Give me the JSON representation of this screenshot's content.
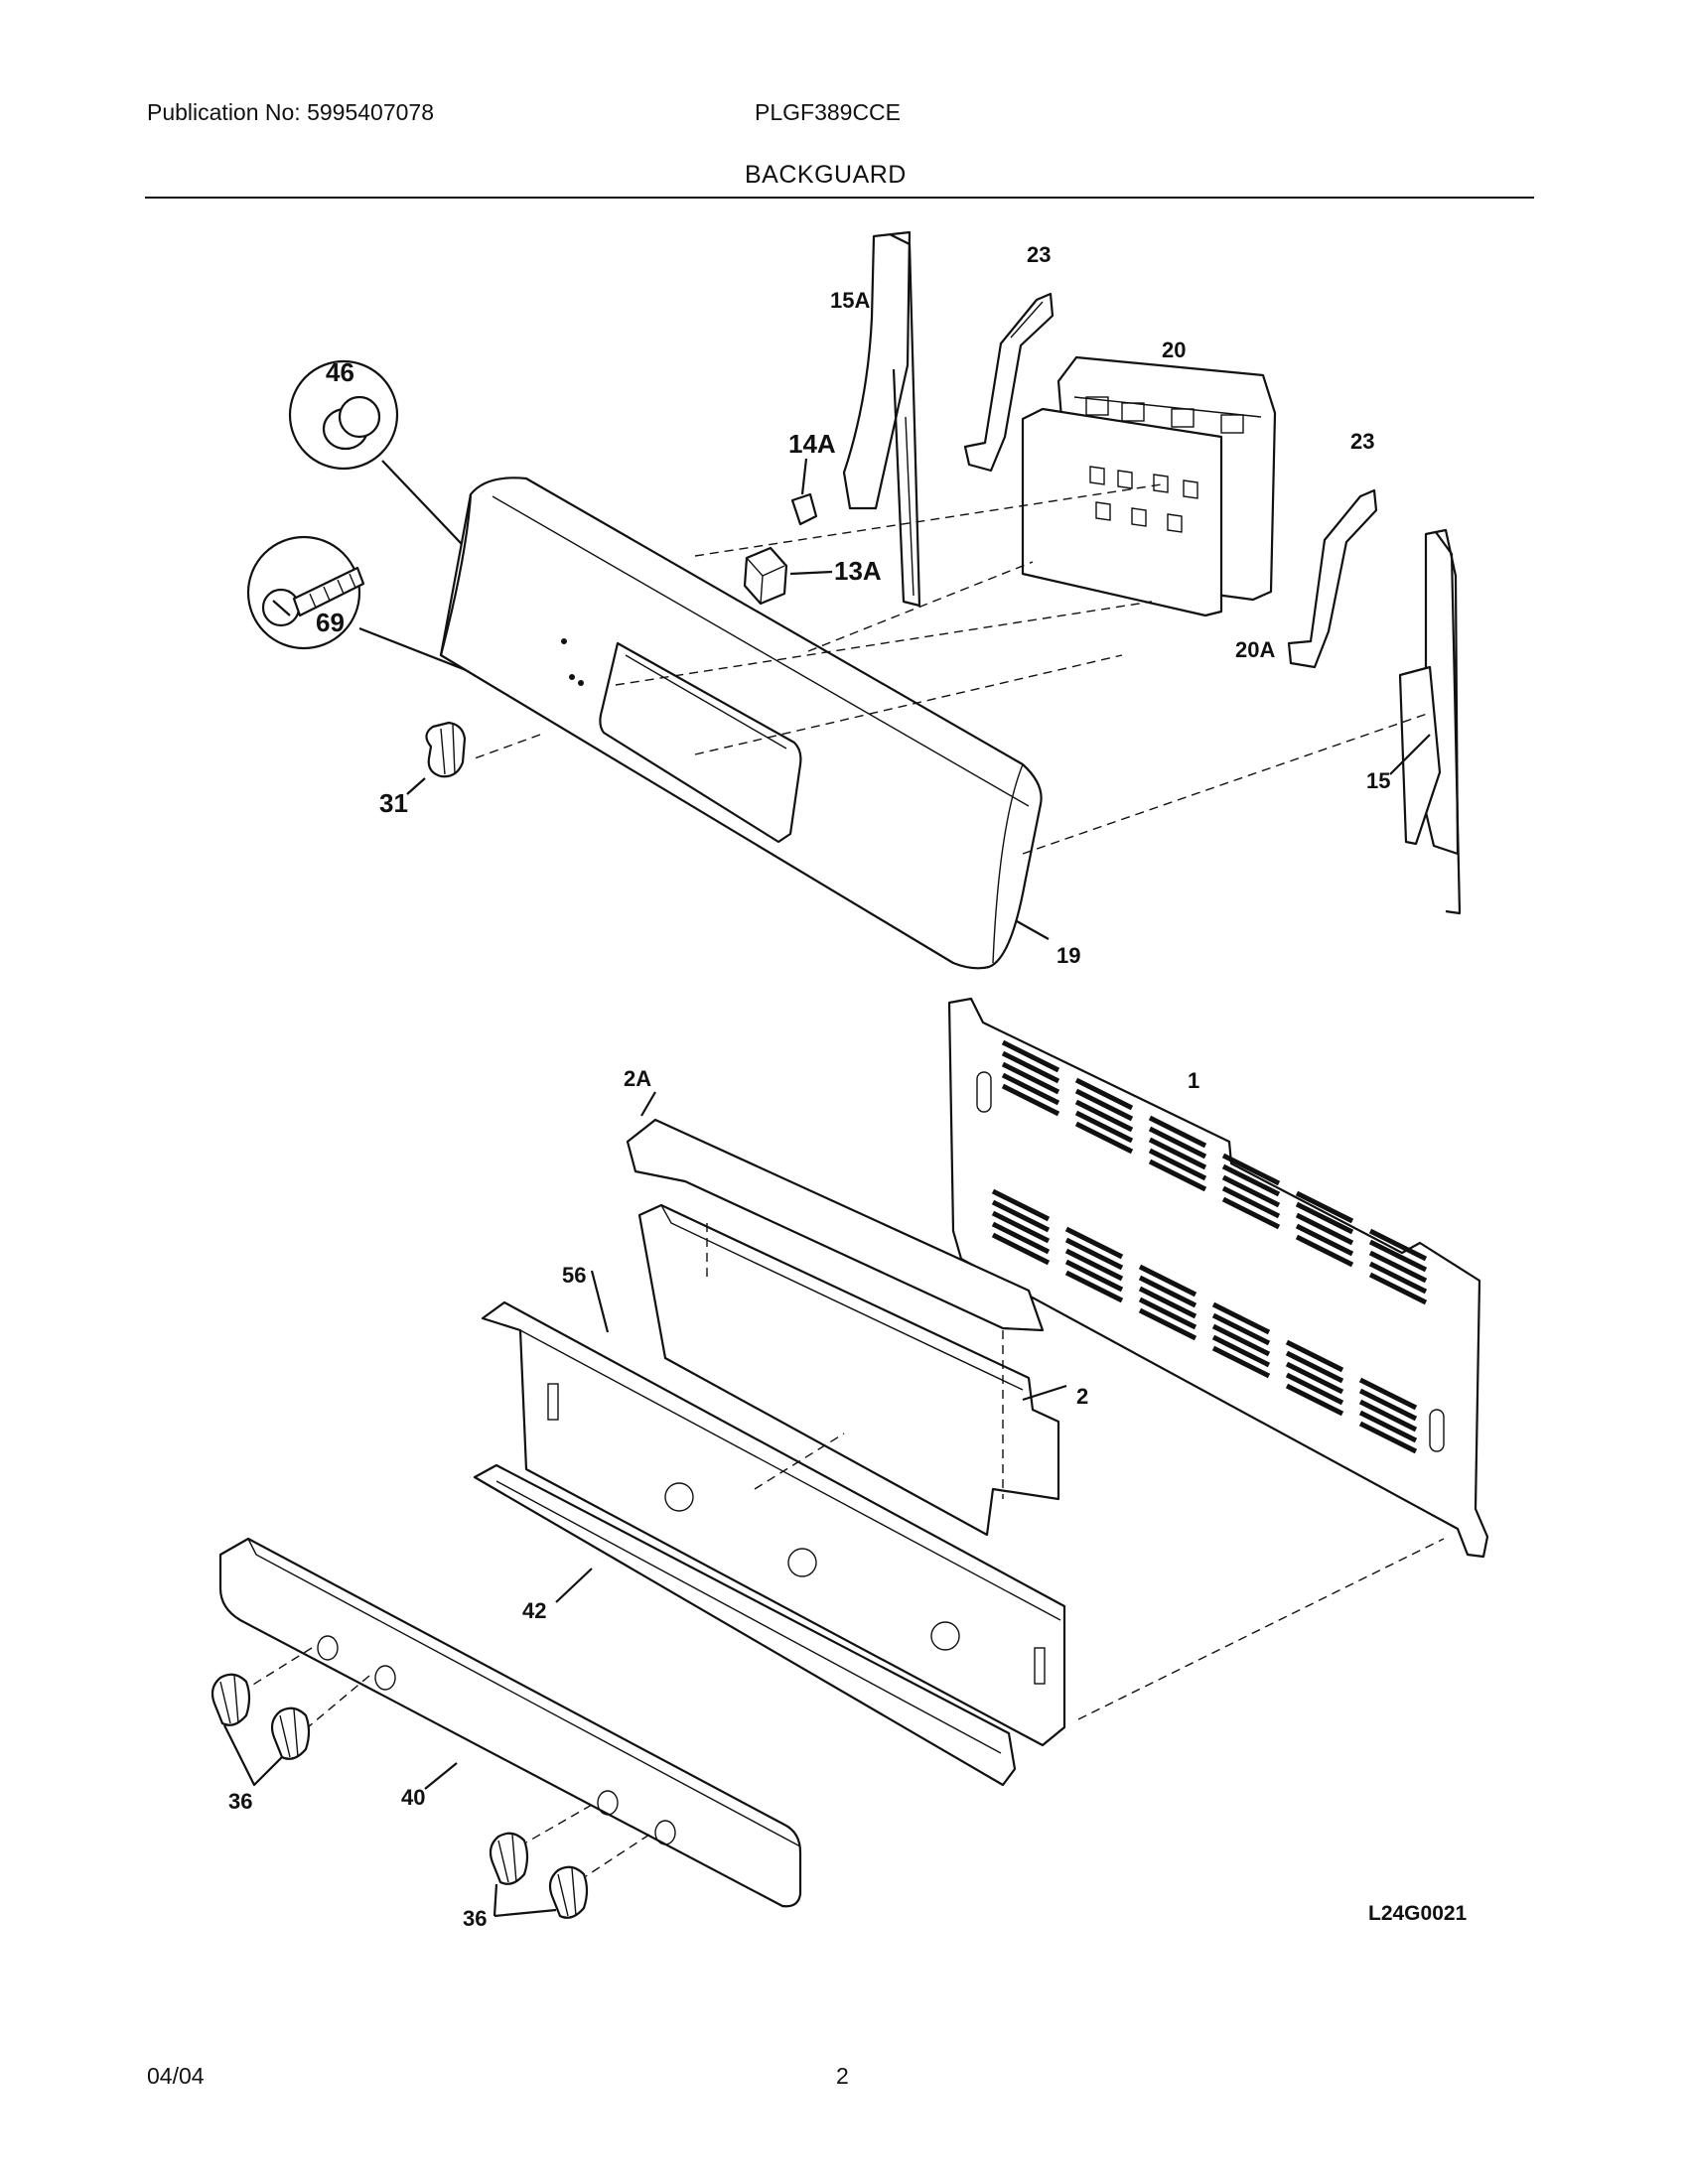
{
  "header": {
    "publication": "Publication No: 5995407078",
    "model": "PLGF389CCE",
    "section_title": "BACKGUARD"
  },
  "diagram": {
    "part_labels": {
      "p15A": "15A",
      "p23a": "23",
      "p20": "20",
      "p23b": "23",
      "p46": "46",
      "p14A": "14A",
      "p13A": "13A",
      "p69": "69",
      "p20A": "20A",
      "p31": "31",
      "p15": "15",
      "p19": "19",
      "p2A": "2A",
      "p1": "1",
      "p56": "56",
      "p2": "2",
      "p42": "42",
      "p36a": "36",
      "p40": "40",
      "p36b": "36"
    },
    "drawing_code": "L24G0021"
  },
  "footer": {
    "date": "04/04",
    "page_number": "2"
  }
}
